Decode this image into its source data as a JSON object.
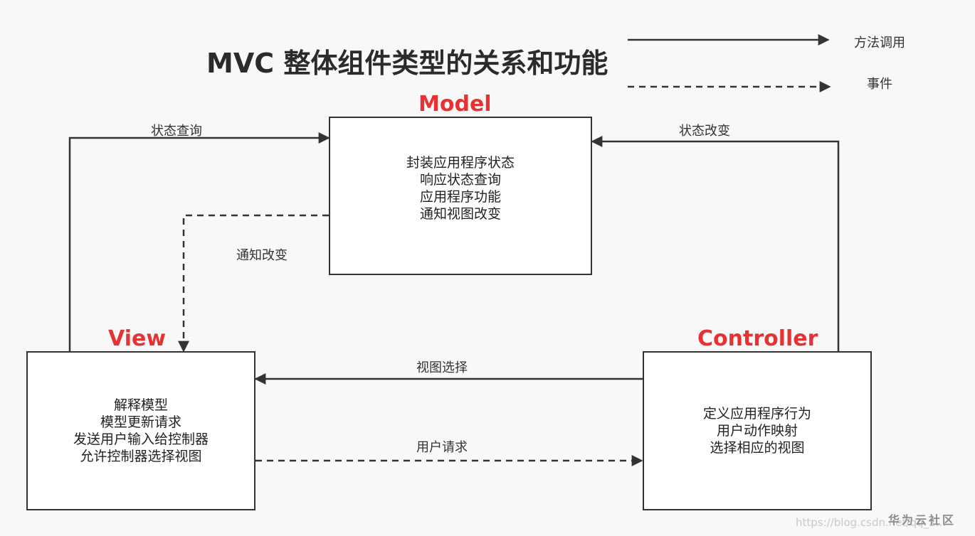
{
  "title": "MVC 整体组件类型的关系和功能",
  "legend": {
    "method_call": "方法调用",
    "event": "事件"
  },
  "model": {
    "heading": "Model",
    "lines": [
      "封装应用程序状态",
      "响应状态查询",
      "应用程序功能",
      "通知视图改变"
    ]
  },
  "view": {
    "heading": "View",
    "lines": [
      "解释模型",
      "模型更新请求",
      "发送用户输入给控制器",
      "允许控制器选择视图"
    ]
  },
  "controller": {
    "heading": "Controller",
    "lines": [
      "定义应用程序行为",
      "用户动作映射",
      "选择相应的视图"
    ]
  },
  "edges": {
    "state_query": "状态查询",
    "state_change": "状态改变",
    "notify_change": "通知改变",
    "view_select": "视图选择",
    "user_request": "用户请求"
  },
  "watermark": {
    "url": "https://blog.csdn.net/qq_2…",
    "brand": "华为云社区"
  }
}
